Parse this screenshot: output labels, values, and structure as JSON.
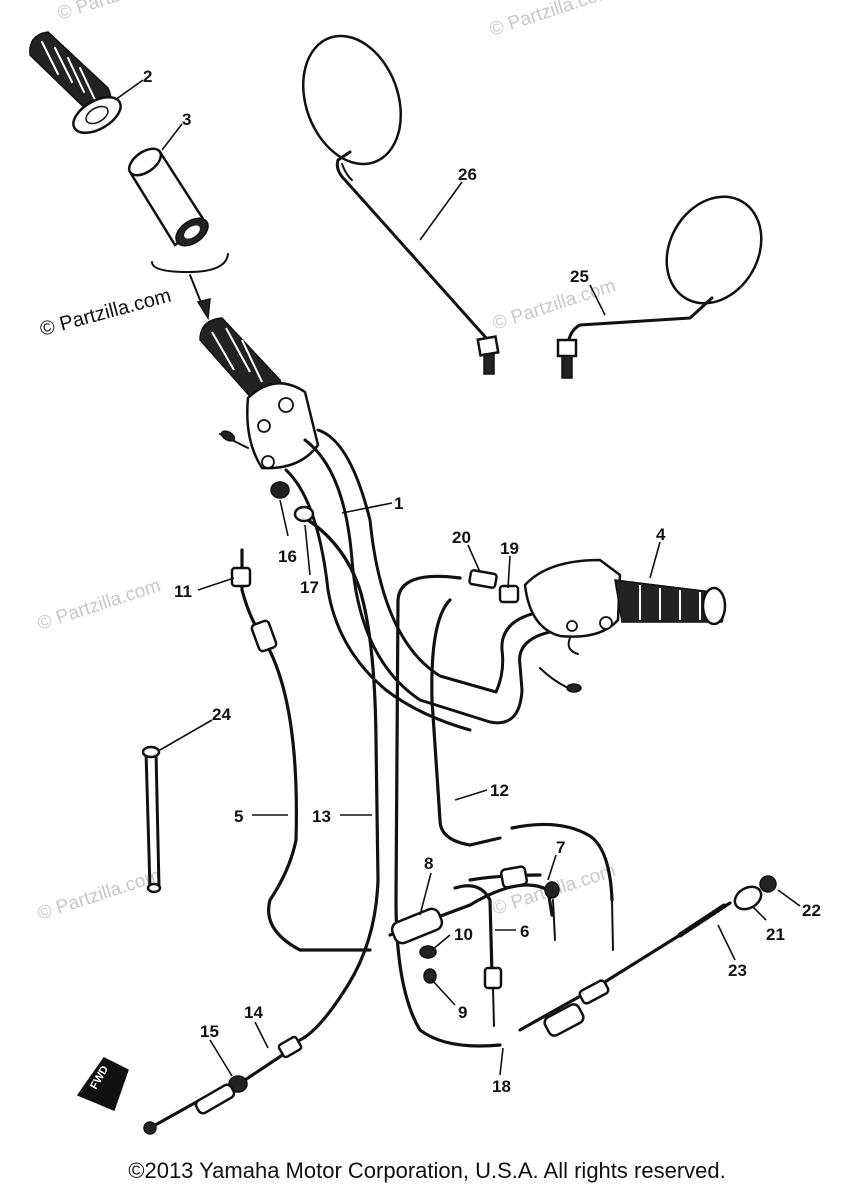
{
  "watermarks": {
    "main": "© Partzilla.com",
    "faint": "© Partzilla.com"
  },
  "callouts": {
    "c1": "1",
    "c2": "2",
    "c3": "3",
    "c4": "4",
    "c5": "5",
    "c6": "6",
    "c7": "7",
    "c8": "8",
    "c9": "9",
    "c10": "10",
    "c11": "11",
    "c12": "12",
    "c13": "13",
    "c14": "14",
    "c15": "15",
    "c16": "16",
    "c17": "17",
    "c18": "18",
    "c19": "19",
    "c20": "20",
    "c21": "21",
    "c22": "22",
    "c23": "23",
    "c24": "24",
    "c25": "25",
    "c26": "26"
  },
  "fwd_label": "FWD",
  "footer": {
    "copyright": "©2013 Yamaha Motor Corporation, U.S.A. All rights reserved."
  }
}
